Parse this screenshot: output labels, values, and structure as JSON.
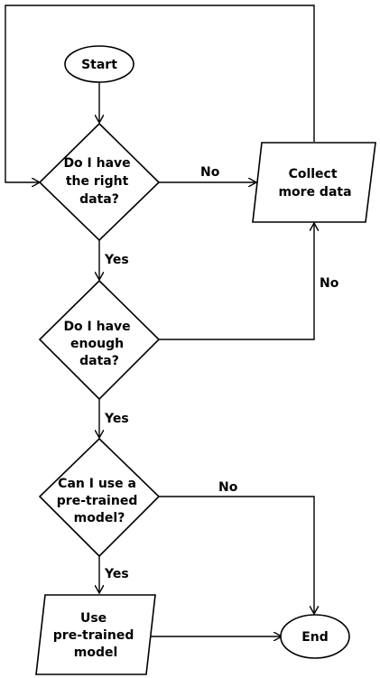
{
  "nodes": {
    "start": {
      "lines": [
        "Start"
      ]
    },
    "right_data": {
      "lines": [
        "Do I have",
        "the right",
        "data?"
      ]
    },
    "collect": {
      "lines": [
        "Collect",
        "more data"
      ]
    },
    "enough_data": {
      "lines": [
        "Do I have",
        "enough",
        "data?"
      ]
    },
    "pretrained": {
      "lines": [
        "Can I use a",
        "pre-trained",
        "model?"
      ]
    },
    "use_model": {
      "lines": [
        "Use",
        "pre-trained",
        "model"
      ]
    },
    "end": {
      "lines": [
        "End"
      ]
    }
  },
  "edges": {
    "right_to_collect": "No",
    "right_to_enough": "Yes",
    "enough_to_collect": "No",
    "enough_to_pretrained": "Yes",
    "pretrained_to_end": "No",
    "pretrained_to_use": "Yes"
  },
  "colors": {
    "stroke": "#000000",
    "background": "#ffffff"
  }
}
